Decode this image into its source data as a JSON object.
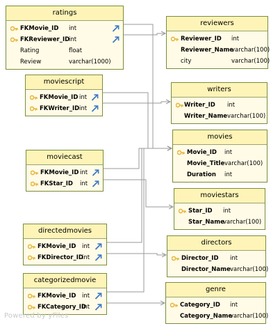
{
  "tables": [
    {
      "name": "ratings",
      "rows": [
        {
          "name": "FKMovie_ID",
          "type": "int",
          "pk": true,
          "fk": true
        },
        {
          "name": "FKReviewer_ID",
          "type": "int",
          "pk": true,
          "fk": true
        },
        {
          "name": "Rating",
          "type": "float",
          "pk": false,
          "fk": false
        },
        {
          "name": "Review",
          "type": "varchar(1000)",
          "pk": false,
          "fk": false
        }
      ]
    },
    {
      "name": "reviewers",
      "rows": [
        {
          "name": "Reviewer_ID",
          "type": "int",
          "pk": true,
          "fk": false
        },
        {
          "name": "Reviewer_Name",
          "type": "varchar(100)",
          "pk": false,
          "fk": false,
          "bold": true
        },
        {
          "name": "city",
          "type": "varchar(100)",
          "pk": false,
          "fk": false
        }
      ]
    },
    {
      "name": "moviescript",
      "rows": [
        {
          "name": "FKMovie_ID",
          "type": "int",
          "pk": true,
          "fk": true
        },
        {
          "name": "FKWriter_ID",
          "type": "int",
          "pk": true,
          "fk": true
        }
      ]
    },
    {
      "name": "writers",
      "rows": [
        {
          "name": "Writer_ID",
          "type": "int",
          "pk": true,
          "fk": false
        },
        {
          "name": "Writer_Name",
          "type": "varchar(100)",
          "pk": false,
          "fk": false,
          "bold": true
        }
      ]
    },
    {
      "name": "movies",
      "rows": [
        {
          "name": "Movie_ID",
          "type": "int",
          "pk": true,
          "fk": false
        },
        {
          "name": "Movie_Title",
          "type": "varchar(100)",
          "pk": false,
          "fk": false,
          "bold": true
        },
        {
          "name": "Duration",
          "type": "int",
          "pk": false,
          "fk": false,
          "bold": true
        }
      ]
    },
    {
      "name": "moviecast",
      "rows": [
        {
          "name": "FKMovie_ID",
          "type": "int",
          "pk": true,
          "fk": true
        },
        {
          "name": "FKStar_ID",
          "type": "int",
          "pk": true,
          "fk": true
        }
      ]
    },
    {
      "name": "moviestars",
      "rows": [
        {
          "name": "Star_ID",
          "type": "int",
          "pk": true,
          "fk": false
        },
        {
          "name": "Star_Name",
          "type": "varchar(100)",
          "pk": false,
          "fk": false,
          "bold": true
        }
      ]
    },
    {
      "name": "directedmovies",
      "rows": [
        {
          "name": "FKMovie_ID",
          "type": "int",
          "pk": true,
          "fk": true
        },
        {
          "name": "FKDirector_ID",
          "type": "int",
          "pk": true,
          "fk": true
        }
      ]
    },
    {
      "name": "directors",
      "rows": [
        {
          "name": "Director_ID",
          "type": "int",
          "pk": true,
          "fk": false
        },
        {
          "name": "Director_Name",
          "type": "varchar(100)",
          "pk": false,
          "fk": false,
          "bold": true
        }
      ]
    },
    {
      "name": "categorizedmovie",
      "rows": [
        {
          "name": "FKMovie_ID",
          "type": "int",
          "pk": true,
          "fk": true
        },
        {
          "name": "FKCategory_ID",
          "type": "int",
          "pk": true,
          "fk": true
        }
      ]
    },
    {
      "name": "genre",
      "rows": [
        {
          "name": "Category_ID",
          "type": "int",
          "pk": true,
          "fk": false
        },
        {
          "name": "Category_Name",
          "type": "varchar(100)",
          "pk": false,
          "fk": false,
          "bold": true
        }
      ]
    }
  ],
  "watermark": "Powered by yFiles",
  "colors": {
    "header": "#fef4b8",
    "body": "#fffbe6",
    "border": "#7a8c3a",
    "edge": "#9a9a9a",
    "key": "#e8b840",
    "fk_arrow": "#3a78c8"
  }
}
